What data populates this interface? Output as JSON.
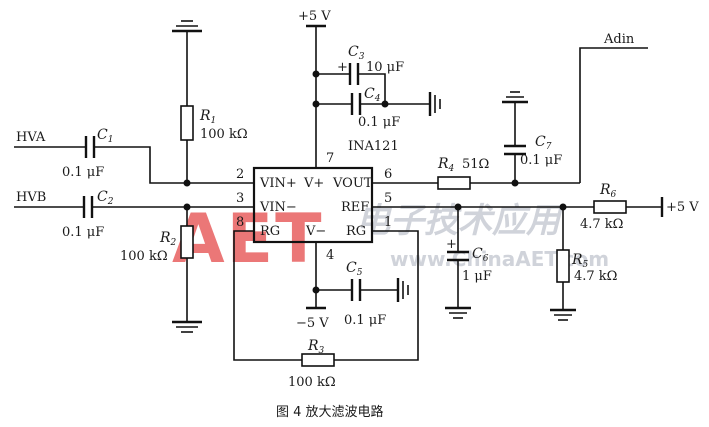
{
  "watermark": {
    "big": "AET",
    "cn": "电子技术应用",
    "url": "www.ChinaAET.com"
  },
  "caption": "图 4   放大滤波电路",
  "ic": {
    "name": "INA121",
    "pins": {
      "vinp": "VIN+",
      "vp": "V+",
      "vout": "VOUT",
      "vinn": "VIN−",
      "ref": "REF",
      "rg_l": "RG",
      "vn": "V−",
      "rg_r": "RG",
      "n7": "7",
      "n2": "2",
      "n3": "3",
      "n8": "8",
      "n4": "4",
      "n1": "1",
      "n6": "6",
      "n5": "5"
    }
  },
  "supplies": {
    "vplus": "+5 V",
    "vminus": "−5 V",
    "vplus_right": "+5 V"
  },
  "nets": {
    "hva": "HVA",
    "hvb": "HVB",
    "adin": "Adin"
  },
  "components": {
    "r1": {
      "ref": "R",
      "sub": "1",
      "value": "100 kΩ"
    },
    "r2": {
      "ref": "R",
      "sub": "2",
      "value": "100 kΩ"
    },
    "r3": {
      "ref": "R",
      "sub": "3",
      "value": "100 kΩ"
    },
    "r4": {
      "ref": "R",
      "sub": "4",
      "value": "51Ω"
    },
    "r5": {
      "ref": "R",
      "sub": "5",
      "value": "4.7 kΩ"
    },
    "r6": {
      "ref": "R",
      "sub": "6",
      "value": "4.7 kΩ"
    },
    "c1": {
      "ref": "C",
      "sub": "1",
      "value": "0.1 μF"
    },
    "c2": {
      "ref": "C",
      "sub": "2",
      "value": "0.1 μF"
    },
    "c3": {
      "ref": "C",
      "sub": "3",
      "value": "10 μF"
    },
    "c4": {
      "ref": "C",
      "sub": "4",
      "value": "0.1 μF"
    },
    "c5": {
      "ref": "C",
      "sub": "5",
      "value": "0.1 μF"
    },
    "c6": {
      "ref": "C",
      "sub": "6",
      "value": "1 μF"
    },
    "c7": {
      "ref": "C",
      "sub": "7",
      "value": "0.1 μF"
    },
    "plus_sign": "+"
  }
}
